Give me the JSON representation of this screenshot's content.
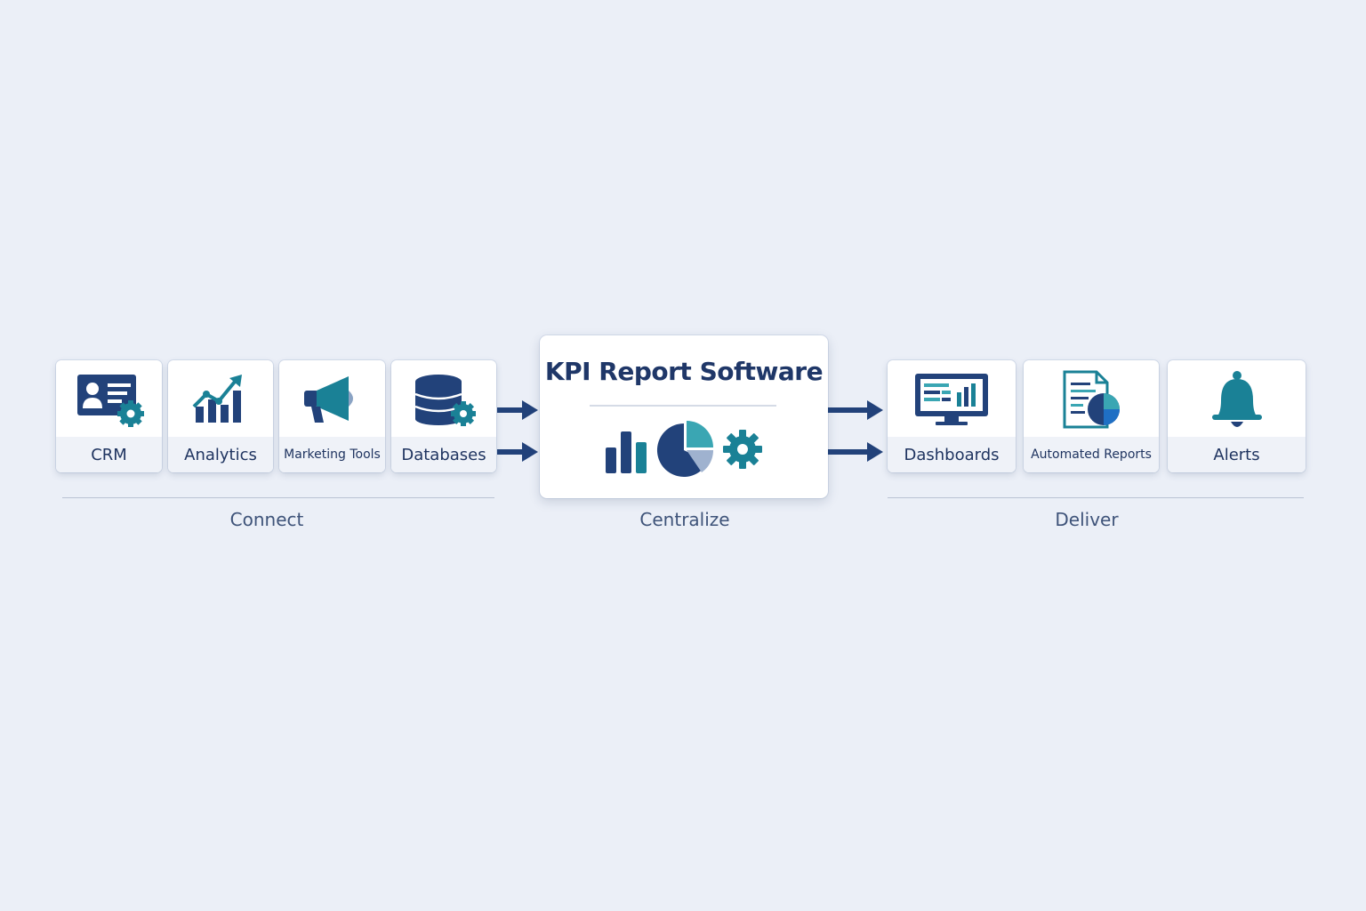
{
  "stages": {
    "connect": "Connect",
    "centralize": "Centralize",
    "deliver": "Deliver"
  },
  "sources": [
    {
      "label": "CRM",
      "icon": "crm-contact-card-icon"
    },
    {
      "label": "Analytics",
      "icon": "analytics-trend-chart-icon"
    },
    {
      "label": "Marketing Tools",
      "icon": "megaphone-icon"
    },
    {
      "label": "Databases",
      "icon": "database-gear-icon"
    }
  ],
  "hub": {
    "title": "KPI Report Software",
    "icons": [
      "bar-chart-icon",
      "pie-chart-icon",
      "gear-icon"
    ]
  },
  "outputs": [
    {
      "label": "Dashboards",
      "icon": "monitor-dashboard-icon"
    },
    {
      "label": "Automated Reports",
      "icon": "report-document-icon"
    },
    {
      "label": "Alerts",
      "icon": "bell-icon"
    }
  ],
  "colors": {
    "navy": "#22427a",
    "teal": "#1a8196",
    "light_teal": "#3aa6b3",
    "background": "#ebeff7"
  }
}
